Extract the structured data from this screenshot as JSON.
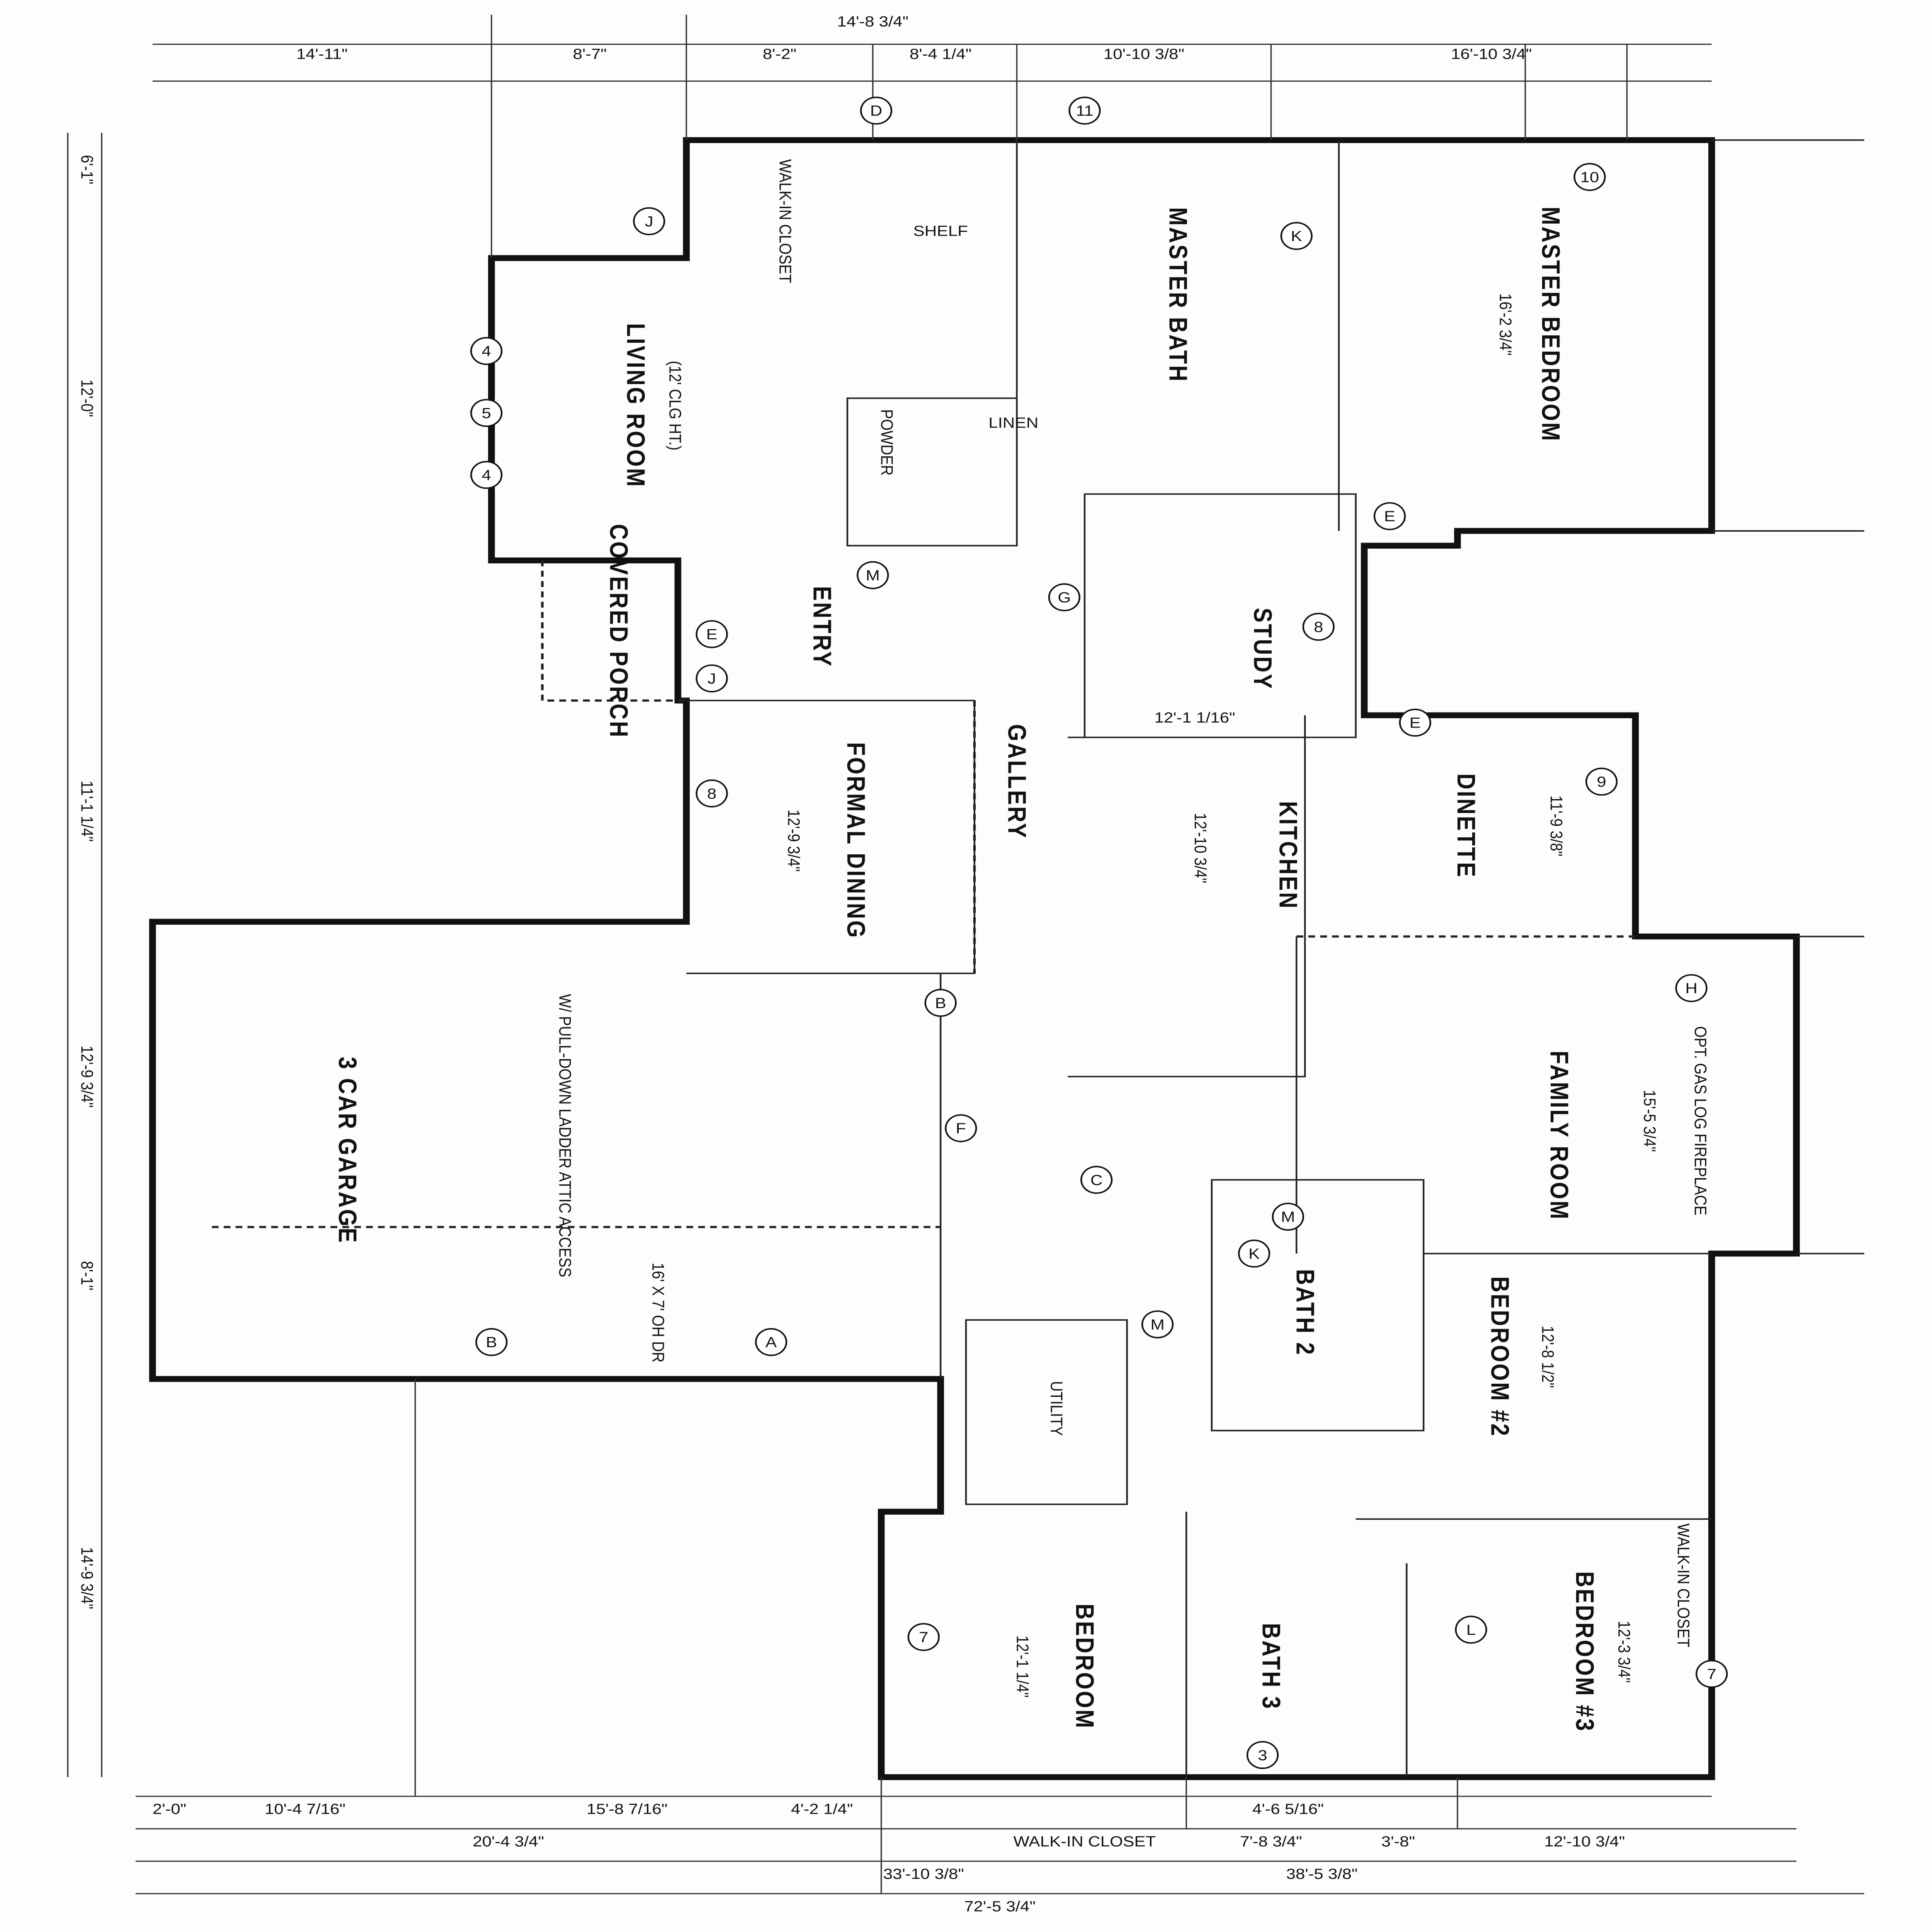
{
  "plan": {
    "rooms": [
      {
        "label": "MASTER BEDROOM",
        "size": "16'-2 3/4\""
      },
      {
        "label": "MASTER BATH",
        "size": ""
      },
      {
        "label": "LIVING ROOM",
        "size": "(12' CLG HT.)"
      },
      {
        "label": "COVERED PORCH",
        "size": ""
      },
      {
        "label": "ENTRY",
        "size": ""
      },
      {
        "label": "STUDY",
        "size": "12'-1 1/16\""
      },
      {
        "label": "FORMAL DINING",
        "size": "12'-9 3/4\""
      },
      {
        "label": "GALLERY",
        "size": ""
      },
      {
        "label": "KITCHEN",
        "size": "12'-10 3/4\""
      },
      {
        "label": "DINETTE",
        "size": "11'-9 3/8\""
      },
      {
        "label": "FAMILY ROOM",
        "size": "15'-5 3/4\""
      },
      {
        "label": "3 CAR GARAGE",
        "size": "W/ PULL-DOWN LADDER ATTIC ACCESS"
      },
      {
        "label": "BATH 2",
        "size": ""
      },
      {
        "label": "BEDROOM #2",
        "size": "12'-8 1/2\""
      },
      {
        "label": "BEDROOM #3",
        "size": "12'-3 3/4\""
      },
      {
        "label": "BEDROOM",
        "size": "12'-1 1/4\""
      },
      {
        "label": "BATH 3",
        "size": ""
      },
      {
        "label": "UTILITY",
        "size": ""
      },
      {
        "label": "POWDER",
        "size": ""
      },
      {
        "label": "WALK-IN CLOSET",
        "size": ""
      },
      {
        "label": "LINEN",
        "size": ""
      },
      {
        "label": "SHELF",
        "size": ""
      },
      {
        "label": "WALK-IN CLOSET",
        "size": ""
      },
      {
        "label": "WALK-IN CLOSET",
        "size": ""
      }
    ],
    "top_dims": [
      "14'-11\"",
      "8'-7\"",
      "8'-2\"",
      "8'-4 1/4\"",
      "10'-10 3/8\"",
      "16'-10 3/4\"",
      "14'-8 3/4\""
    ],
    "bottom_dims": [
      "2'-0\"",
      "10'-4 7/16\"",
      "15'-8 7/16\"",
      "4'-2 1/4\"",
      "20'-4 3/4\"",
      "33'-10 3/8\"",
      "38'-5 3/8\"",
      "72'-5 3/4\"",
      "4'-6 5/16\"",
      "7'-8 3/4\"",
      "3'-8\"",
      "12'-10 3/4\""
    ],
    "left_dims": [
      "6'-1\"",
      "12'-0\"",
      "11'-1 1/4\"",
      "12'-9 3/4\"",
      "8'-1\"",
      "14'-9 3/4\""
    ],
    "garage_note": "16' X 7' OH DR",
    "fireplace_note": "OPT. GAS LOG FIREPLACE",
    "window_tags": [
      "D",
      "J",
      "4",
      "5",
      "4",
      "E",
      "J",
      "8",
      "B",
      "E",
      "A",
      "B",
      "F",
      "C",
      "M",
      "K",
      "L",
      "H",
      "7",
      "7",
      "3",
      "E",
      "G",
      "10",
      "9",
      "8",
      "11",
      "K",
      "M",
      "M"
    ]
  }
}
